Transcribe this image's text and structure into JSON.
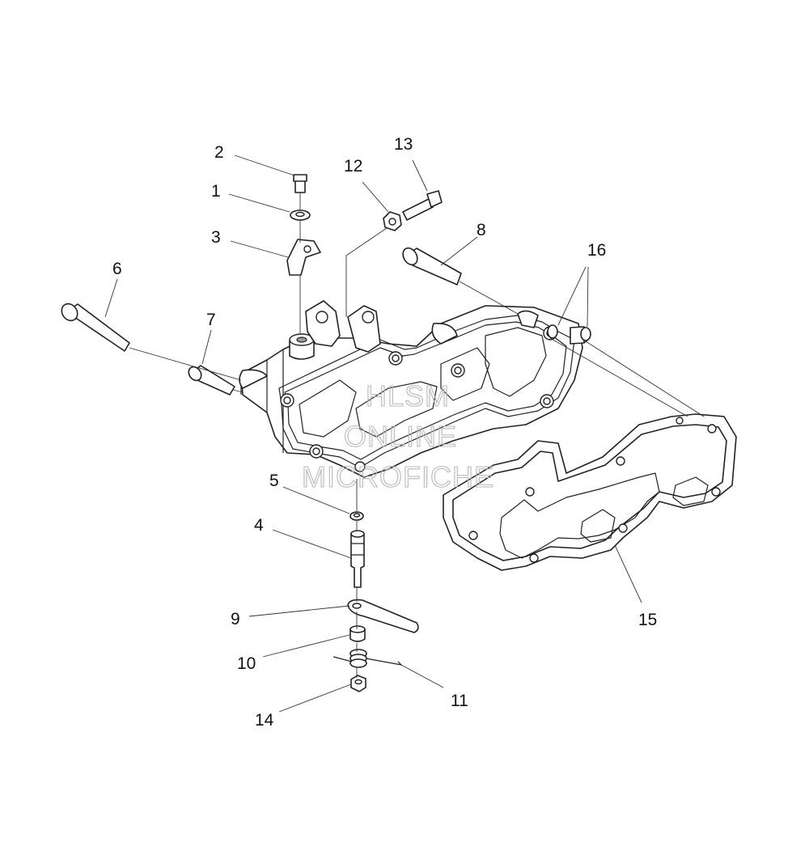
{
  "labels": {
    "p1": "1",
    "p2": "2",
    "p3": "3",
    "p4": "4",
    "p5": "5",
    "p6": "6",
    "p7": "7",
    "p8": "8",
    "p9": "9",
    "p10": "10",
    "p11": "11",
    "p12": "12",
    "p13": "13",
    "p14": "14",
    "p15": "15",
    "p16": "16"
  },
  "watermark": {
    "line1": "HLSM",
    "line2": "ONLINE",
    "line3": "MICROFICHE"
  }
}
